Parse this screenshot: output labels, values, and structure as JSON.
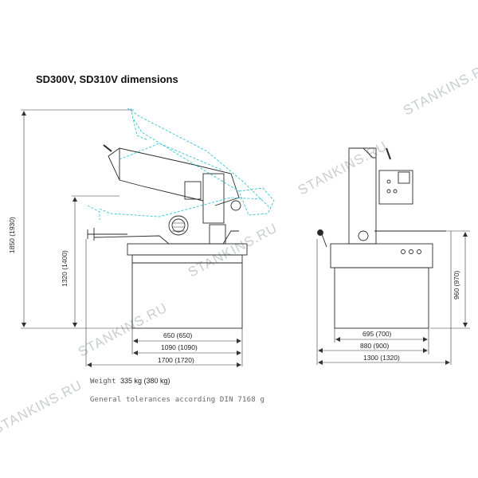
{
  "title": "SD300V, SD310V dimensions",
  "weight": {
    "label": "Weight",
    "value": "335 kg (380 kg)"
  },
  "tolerances": "General tolerances according DIN 7168 g",
  "watermark": "STANKINS.RU",
  "dimensions": {
    "side": {
      "height_total": "1850 (1930)",
      "height_work": "1320 (1400)",
      "width_base": "650 (650)",
      "width_mid": "1090 (1090)",
      "width_total": "1700 (1720)"
    },
    "front": {
      "width_base": "695 (700)",
      "width_mid": "880 (900)",
      "width_total": "1300 (1320)",
      "height_work": "960 (970)"
    }
  },
  "colors": {
    "line": "#2a2a2a",
    "cyan": "#2fc6d6",
    "watermark": "#c9ced3"
  }
}
